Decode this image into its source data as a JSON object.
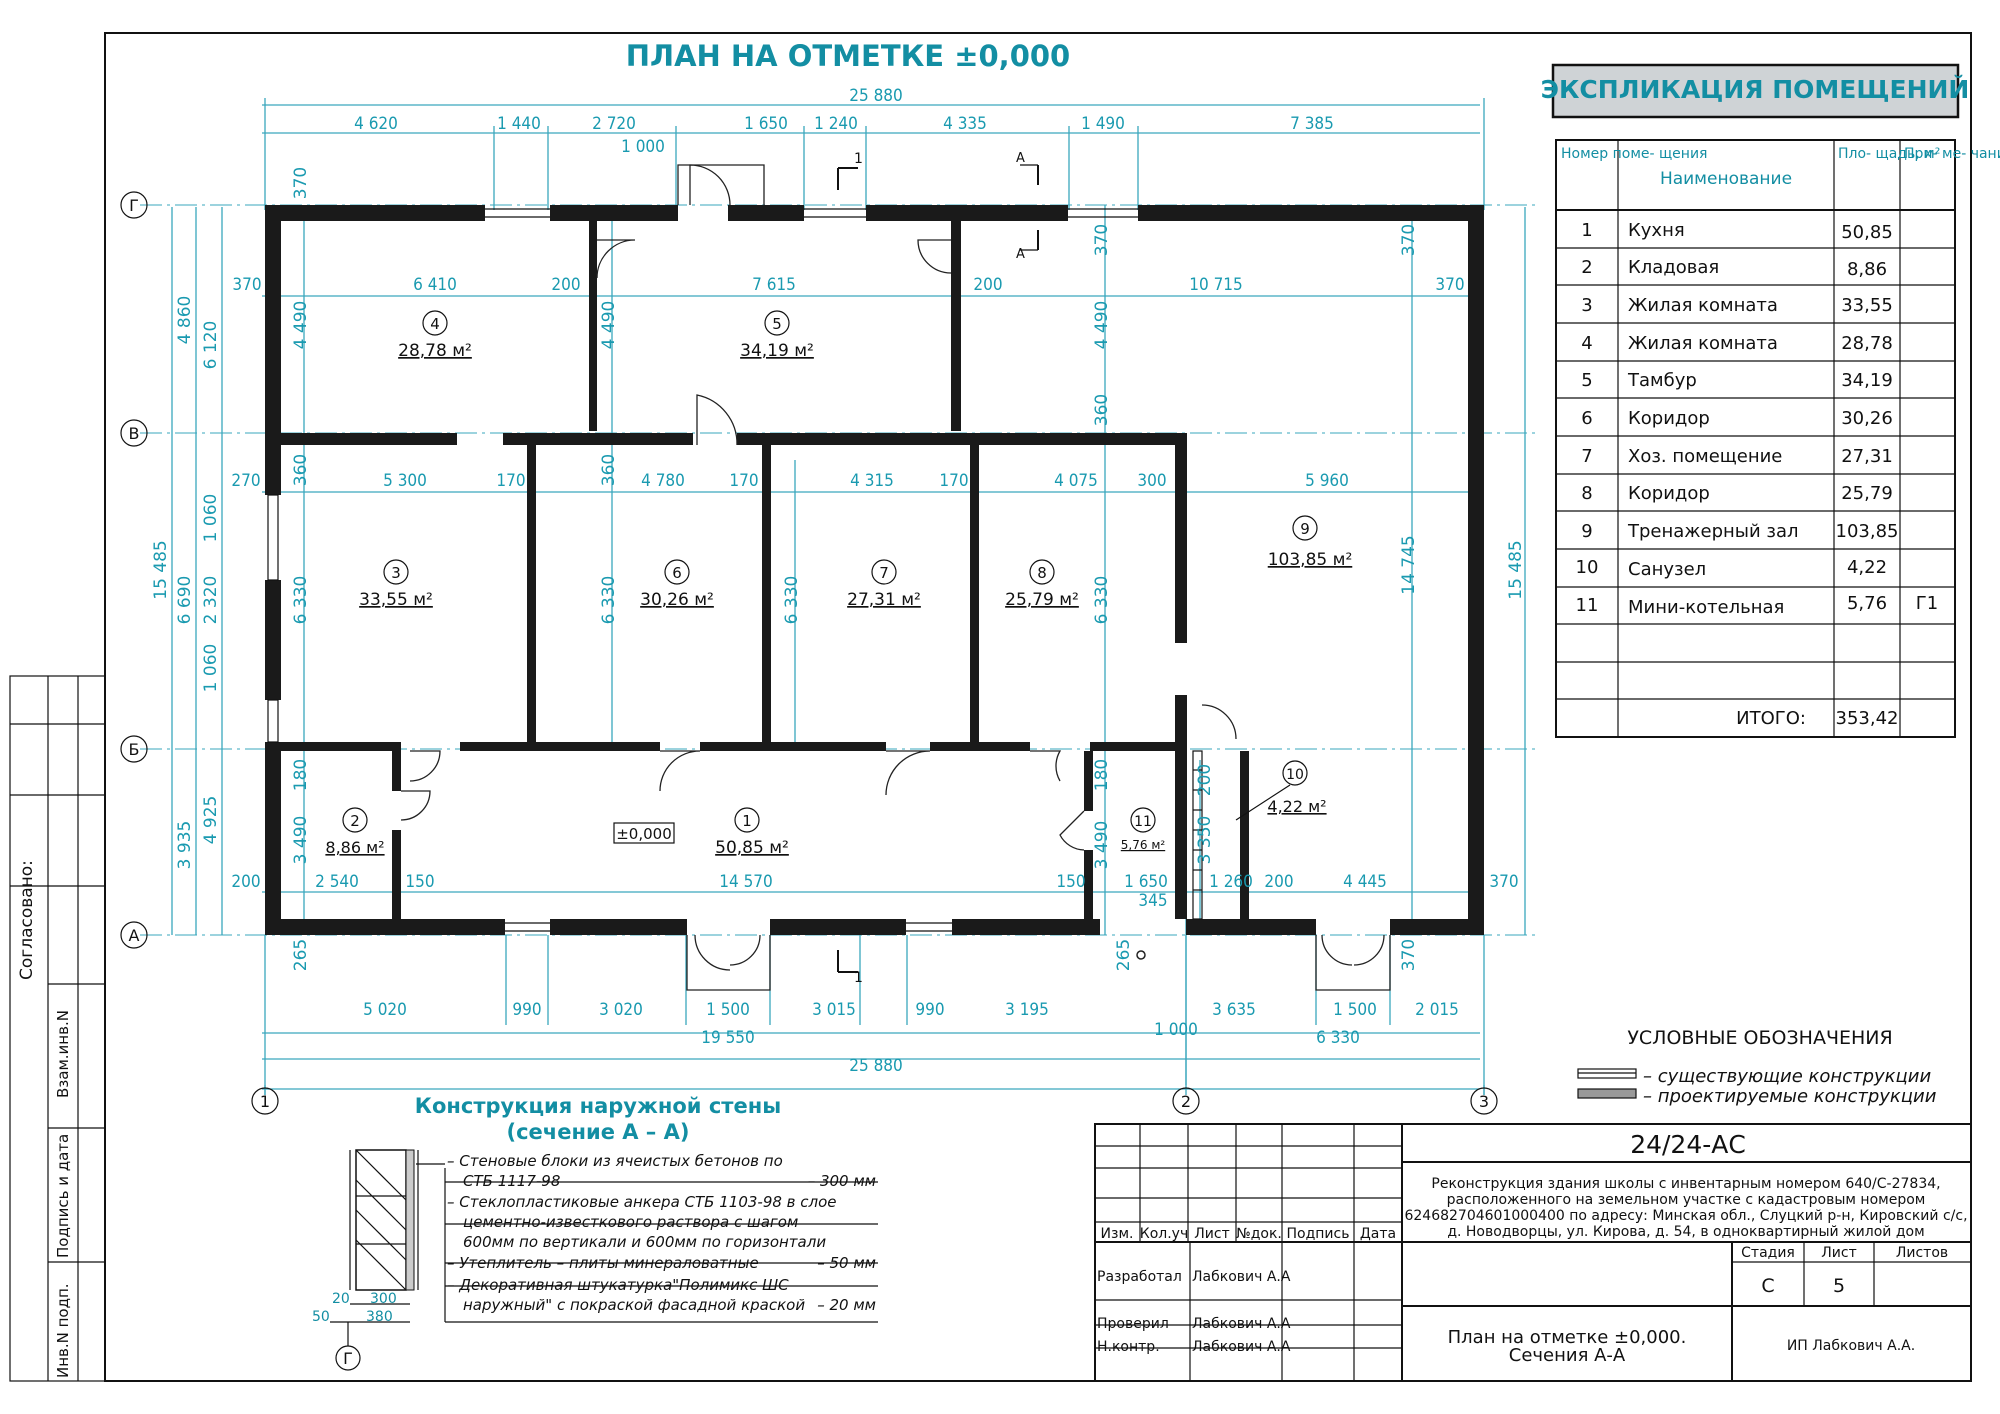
{
  "plan_title": "ПЛАН НА ОТМЕТКЕ ±0,000",
  "overall_width": "25 880",
  "overall_height": "15 485",
  "top_dims": [
    "4 620",
    "1 440",
    "2 720",
    "1 650",
    "1 240",
    "4 335",
    "1 490",
    "7 385"
  ],
  "top_door_dim": "1 000",
  "room_width_dims": [
    "370",
    "6 410",
    "200",
    "7 615",
    "200",
    "10 715",
    "370",
    "270",
    "5 300",
    "170",
    "4 780",
    "170",
    "4 315",
    "170",
    "4 075",
    "300",
    "5 960",
    "200",
    "2 540",
    "150",
    "14 570",
    "150",
    "1 650",
    "1 260",
    "200",
    "4 445",
    "370",
    "345"
  ],
  "vertical_dims": [
    "370",
    "4 490",
    "4 490",
    "4 490",
    "370",
    "370",
    "360",
    "360",
    "360",
    "6 330",
    "6 330",
    "6 330",
    "6 330",
    "180",
    "180",
    "3 490",
    "3 490",
    "200",
    "3 350",
    "265",
    "265",
    "370",
    "14 745",
    "15 485",
    "4 860",
    "6 120",
    "1 060",
    "2 320",
    "1 060",
    "6 690",
    "3 935",
    "4 925"
  ],
  "bottom_dims": [
    "5 020",
    "990",
    "3 020",
    "1 500",
    "3 015",
    "990",
    "3 195",
    "1 000",
    "3 635",
    "1 500",
    "2 015"
  ],
  "bottom_sub": [
    "19 550",
    "6 330"
  ],
  "axes_rows": [
    "Г",
    "В",
    "Б",
    "А"
  ],
  "axes_cols": [
    "1",
    "2",
    "3"
  ],
  "section_marks": [
    "1",
    "А",
    "А",
    "1"
  ],
  "level_mark": "±0,000",
  "rooms": [
    {
      "num": "1",
      "area": "50,85 м²"
    },
    {
      "num": "2",
      "area": "8,86 м²"
    },
    {
      "num": "3",
      "area": "33,55 м²"
    },
    {
      "num": "4",
      "area": "28,78 м²"
    },
    {
      "num": "5",
      "area": "34,19 м²"
    },
    {
      "num": "6",
      "area": "30,26 м²"
    },
    {
      "num": "7",
      "area": "27,31 м²"
    },
    {
      "num": "8",
      "area": "25,79 м²"
    },
    {
      "num": "9",
      "area": "103,85 м²"
    },
    {
      "num": "10",
      "area": "4,22 м²"
    },
    {
      "num": "11",
      "area": "5,76 м²"
    }
  ],
  "explication": {
    "title": "ЭКСПЛИКАЦИЯ ПОМЕЩЕНИЙ",
    "headers": [
      "Номер поме- щения",
      "Наименование",
      "Пло- щадь, м²",
      "При- ме- чание"
    ],
    "rows": [
      [
        "1",
        "Кухня",
        "50,85",
        ""
      ],
      [
        "2",
        "Кладовая",
        "8,86",
        ""
      ],
      [
        "3",
        "Жилая комната",
        "33,55",
        ""
      ],
      [
        "4",
        "Жилая комната",
        "28,78",
        ""
      ],
      [
        "5",
        "Тамбур",
        "34,19",
        ""
      ],
      [
        "6",
        "Коридор",
        "30,26",
        ""
      ],
      [
        "7",
        "Хоз. помещение",
        "27,31",
        ""
      ],
      [
        "8",
        "Коридор",
        "25,79",
        ""
      ],
      [
        "9",
        "Тренажерный зал",
        "103,85",
        ""
      ],
      [
        "10",
        "Санузел",
        "4,22",
        ""
      ],
      [
        "11",
        "Мини-котельная",
        "5,76",
        "Г1"
      ]
    ],
    "total_label": "ИТОГО:",
    "total_value": "353,42"
  },
  "legend": {
    "title": "УСЛОВНЫЕ ОБОЗНАЧЕНИЯ",
    "items": [
      "– существующие конструкции",
      "– проектируемые конструкции"
    ]
  },
  "wall_section": {
    "title1": "Конструкция наружной стены",
    "title2": "(сечение А – А)",
    "lines": [
      "– Стеновые блоки из ячеистых бетонов по",
      "СТБ 1117-98",
      "– 300 мм",
      "– Стеклопластиковые анкера СТБ 1103-98 в слое",
      "цементно-известкового раствора с шагом",
      "600мм по вертикали и 600мм по горизонтали",
      "– Утеплитель – плиты минераловатные",
      "– 50 мм",
      "– Декоративная штукатурка\"Полимикс ШС",
      "наружный\" с покраской фасадной краской",
      "– 20 мм"
    ],
    "dims": [
      "20",
      "300",
      "50",
      "380"
    ],
    "axis": "Г"
  },
  "left_stamp": [
    "Согласовано:",
    "Взам.инв.N",
    "Подпись и дата",
    "Инв.N подп."
  ],
  "title_block": {
    "code": "24/24-АС",
    "description": [
      "Реконструкция здания школы с инвентарным номером 640/С-27834,",
      "расположенного на земельном участке с кадастровым номером",
      "624682704601000400 по адресу: Минская обл., Слуцкий р-н, Кировский с/с,",
      "д. Новодворцы, ул. Кирова, д. 54, в однокварт­ирный жилой дом"
    ],
    "col_headers": [
      "Изм.",
      "Кол.уч",
      "Лист",
      "№док.",
      "Подпись",
      "Дата"
    ],
    "roles": [
      "Разработал",
      "Проверил",
      "Н.контр."
    ],
    "names": [
      "Лабкович А.А",
      "Лабкович А.А",
      "Лабкович А.А"
    ],
    "stage_headers": [
      "Стадия",
      "Лист",
      "Листов"
    ],
    "stage_values": [
      "С",
      "5",
      ""
    ],
    "sheet_title": [
      "План на отметке ±0,000.",
      "Сечения А-А"
    ],
    "company": "ИП Лабкович А.А."
  }
}
